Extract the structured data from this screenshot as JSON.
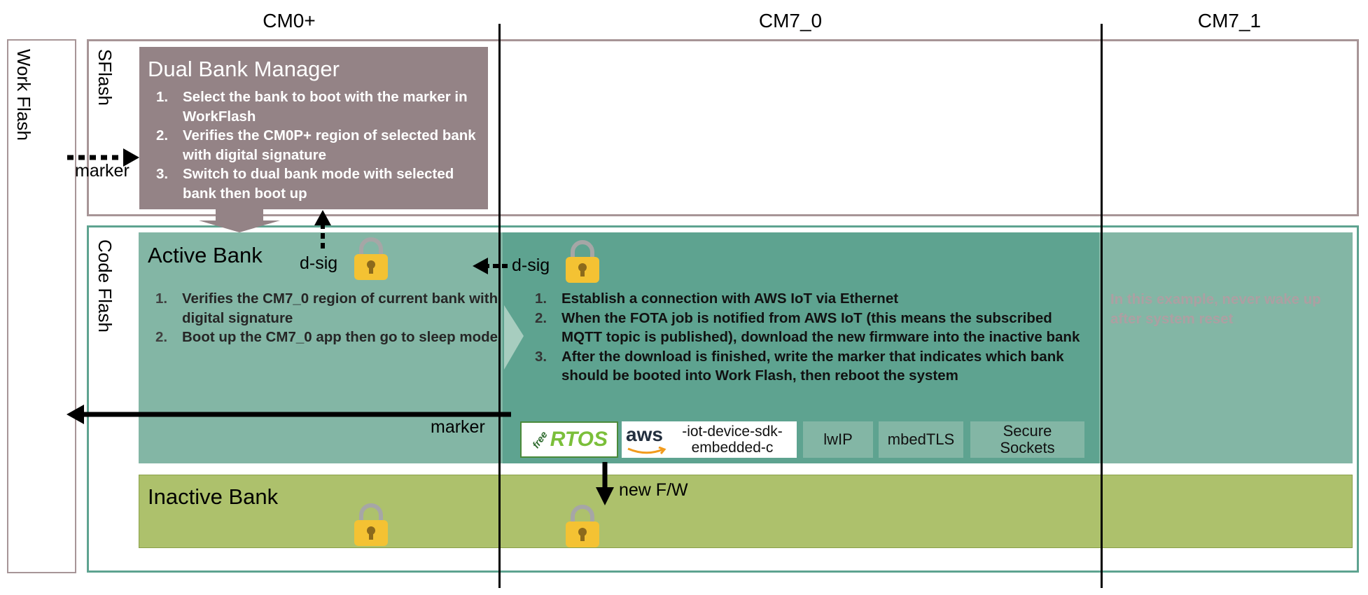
{
  "columns": [
    "CM0+",
    "CM7_0",
    "CM7_1"
  ],
  "regions": {
    "work_flash": "Work Flash",
    "sflash": "SFlash",
    "code_flash": "Code Flash"
  },
  "dual_bank_manager": {
    "title": "Dual Bank Manager",
    "steps": [
      {
        "num": "1.",
        "text": "Select the bank to boot with the marker in WorkFlash"
      },
      {
        "num": "2.",
        "text": "Verifies the CM0P+ region of selected bank with digital signature"
      },
      {
        "num": "3.",
        "text": "Switch to dual bank mode with selected bank then boot up"
      }
    ]
  },
  "active_bank": {
    "title": "Active Bank",
    "steps": [
      {
        "num": "1.",
        "text": "Verifies the CM7_0 region of current bank with digital signature"
      },
      {
        "num": "2.",
        "text": "Boot up the CM7_0 app then go to sleep mode"
      }
    ]
  },
  "cm7_0": {
    "steps": [
      {
        "num": "1.",
        "text": "Establish a connection with AWS IoT via Ethernet"
      },
      {
        "num": "2.",
        "text": "When the FOTA job is notified from AWS IoT (this means the subscribed MQTT topic is published), download the new firmware into the inactive bank"
      },
      {
        "num": "3.",
        "text": "After the download is finished, write the marker that indicates which bank should be booted into Work Flash, then reboot the system"
      }
    ]
  },
  "cm7_1": {
    "note": "In this example, never wake up after system reset"
  },
  "inactive_bank": {
    "title": "Inactive Bank"
  },
  "libraries": {
    "freertos_free": "free",
    "freertos_rtos": "RTOS",
    "aws_logo": "aws",
    "aws_sdk": "-iot-device-sdk-\nembedded-c",
    "lwip": "lwIP",
    "mbedtls": "mbedTLS",
    "secure_sockets": "Secure\nSockets"
  },
  "labels": {
    "marker_top": "marker",
    "dsig_left": "d-sig",
    "dsig_right": "d-sig",
    "marker_bottom": "marker",
    "new_fw": "new F/W"
  },
  "colors": {
    "dual_bank_manager": "#948386",
    "active_bank": "#83b6a5",
    "cm7_area": "#5ea390",
    "inactive_bank": "#adc16c",
    "lock": "#f4c233",
    "sflash_border": "#a79597",
    "code_flash_border": "#5ea390"
  },
  "icons": [
    "padlock-icon",
    "freertos-logo",
    "aws-logo"
  ]
}
